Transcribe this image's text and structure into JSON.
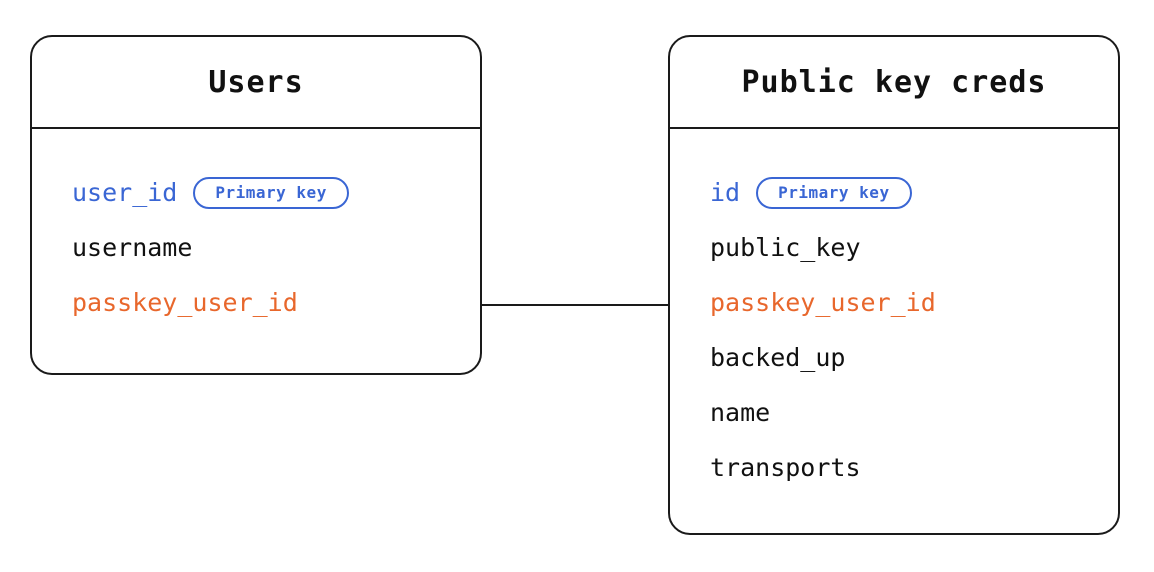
{
  "diagram": {
    "type": "entity-relationship",
    "background_color": "#ffffff",
    "colors": {
      "primary_key": "#3a66d4",
      "foreign_key": "#e8672c",
      "default_text": "#111111",
      "border": "#1a1a1a"
    },
    "badge_label": "Primary key",
    "entities": [
      {
        "id": "users",
        "title": "Users",
        "fields": [
          {
            "name": "user_id",
            "role": "pk",
            "badge": "Primary key"
          },
          {
            "name": "username",
            "role": "plain",
            "badge": null
          },
          {
            "name": "passkey_user_id",
            "role": "fk",
            "badge": null
          }
        ]
      },
      {
        "id": "public_key_creds",
        "title": "Public key creds",
        "fields": [
          {
            "name": "id",
            "role": "pk",
            "badge": "Primary key"
          },
          {
            "name": "public_key",
            "role": "plain",
            "badge": null
          },
          {
            "name": "passkey_user_id",
            "role": "fk",
            "badge": null
          },
          {
            "name": "backed_up",
            "role": "plain",
            "badge": null
          },
          {
            "name": "name",
            "role": "plain",
            "badge": null
          },
          {
            "name": "transports",
            "role": "plain",
            "badge": null
          }
        ]
      }
    ],
    "relationships": [
      {
        "from_entity": "users",
        "from_field": "passkey_user_id",
        "to_entity": "public_key_creds",
        "to_field": "passkey_user_id"
      }
    ]
  }
}
